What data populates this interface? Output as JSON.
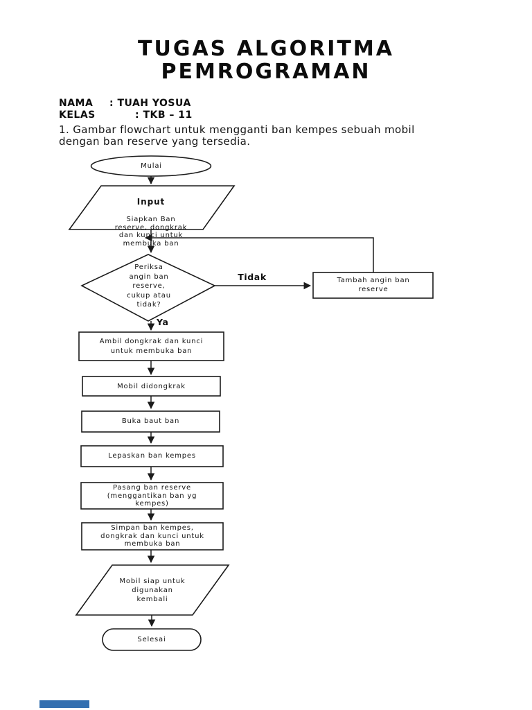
{
  "document": {
    "title": "TUGAS ALGORITMA\nPEMROGRAMAN",
    "meta": {
      "name_label": "NAMA",
      "name_value": ": TUAH YOSUA",
      "class_label": "KELAS",
      "class_value": ": TKB – 11"
    },
    "instruction": "1. Gambar flowchart untuk mengganti ban kempes sebuah mobil\ndengan ban reserve yang tersedia."
  },
  "flowchart": {
    "start_label": "Mulai",
    "input_title": "Input",
    "input_body": "Siapkan Ban\nreserve, dongkrak\ndan kunci untuk\nmembuka ban",
    "decision_label": "Periksa\nangin ban\nreserve,\ncukup atau\ntidak?",
    "branch_no_label": "Tidak",
    "branch_yes_label": "Ya",
    "no_action_label": "Tambah angin ban\nreserve",
    "steps": [
      "Ambil dongkrak dan kunci\nuntuk membuka ban",
      "Mobil didongkrak",
      "Buka baut ban",
      "Lepaskan ban kempes",
      "Pasang ban reserve\n(menggantikan ban yg\nkempes)",
      "Simpan ban kempes,\ndongkrak dan kunci untuk\nmembuka ban"
    ],
    "output_label": "Mobil siap untuk\ndigunakan\nkembali",
    "end_label": "Selesai",
    "line_color": "#1c1c1c"
  },
  "footer": {
    "accent_bar_color": "#336fb0"
  }
}
